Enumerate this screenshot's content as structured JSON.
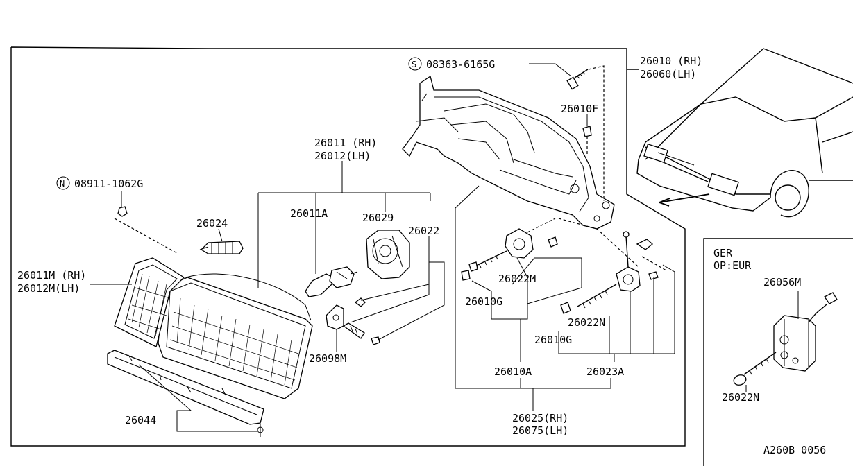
{
  "diagram": {
    "labels": {
      "bolt_08363": "08363-6165G",
      "bolt_08363_prefix": "S",
      "nut_08911": "08911-1062G",
      "nut_08911_prefix": "N",
      "p26010_rh": "26010 (RH)",
      "p26060_lh": "26060(LH)",
      "p26010f": "26010F",
      "p26011_rh": "26011 (RH)",
      "p26012_lh": "26012(LH)",
      "p26011a": "26011A",
      "p26029": "26029",
      "p26022": "26022",
      "p26024": "26024",
      "p26011m_rh": "26011M (RH)",
      "p26012m_lh": "26012M(LH)",
      "p26022m": "26022M",
      "p26010g_a": "26010G",
      "p26022n_a": "26022N",
      "p26010g_b": "26010G",
      "p26098m": "26098M",
      "p26010a": "26010A",
      "p26023a": "26023A",
      "p26025_rh": "26025(RH)",
      "p26075_lh": "26075(LH)",
      "p26044": "26044",
      "inset_ger": "GER",
      "inset_op_eur": "OP:EUR",
      "p26056m": "26056M",
      "p26022n_b": "26022N",
      "drawing_code": "A260B 0056"
    }
  }
}
